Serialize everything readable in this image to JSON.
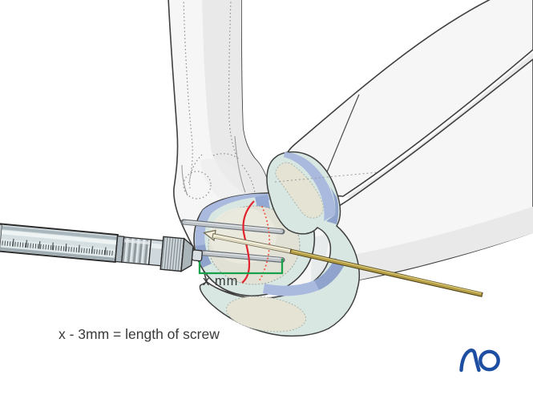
{
  "figure": {
    "measurement_label": "x mm",
    "formula": "x - 3mm = length of screw",
    "logo": "AO"
  },
  "colors": {
    "fracture_red": "#e2242e",
    "fracture_dotted_red": "#ef5340",
    "bracket_green": "#18a24b",
    "cartilage_mint": "#d9e7e3",
    "subchondral_blue": "#a9bade",
    "subchondral_blue_dark": "#8fa3cc",
    "bone_core_beige": "#e4e3d4",
    "bone_white": "#f6f6f6",
    "bone_shade_gray": "#e9e9e9",
    "kwire_gray": "#bfc4c8",
    "guidewire_gold": "#b49c44",
    "instrument_body_gray": "#d5dfe2",
    "logo_blue": "#1d4ea2",
    "label_text": "#3a3a3a"
  }
}
